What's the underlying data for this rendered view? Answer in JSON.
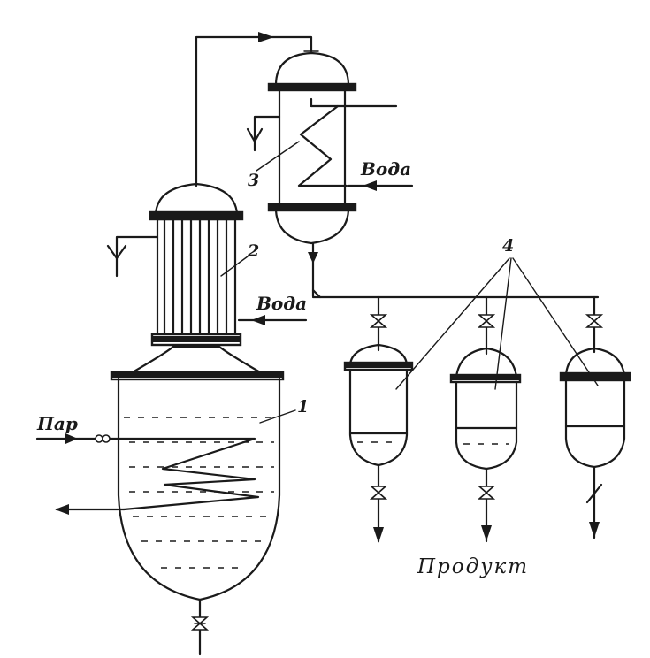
{
  "labels": {
    "num_1": "1",
    "num_2": "2",
    "num_3": "3",
    "num_4": "4",
    "steam": "Пар",
    "water_condenser": "Вода",
    "water_cooler": "Вода",
    "product": "Продукт"
  }
}
